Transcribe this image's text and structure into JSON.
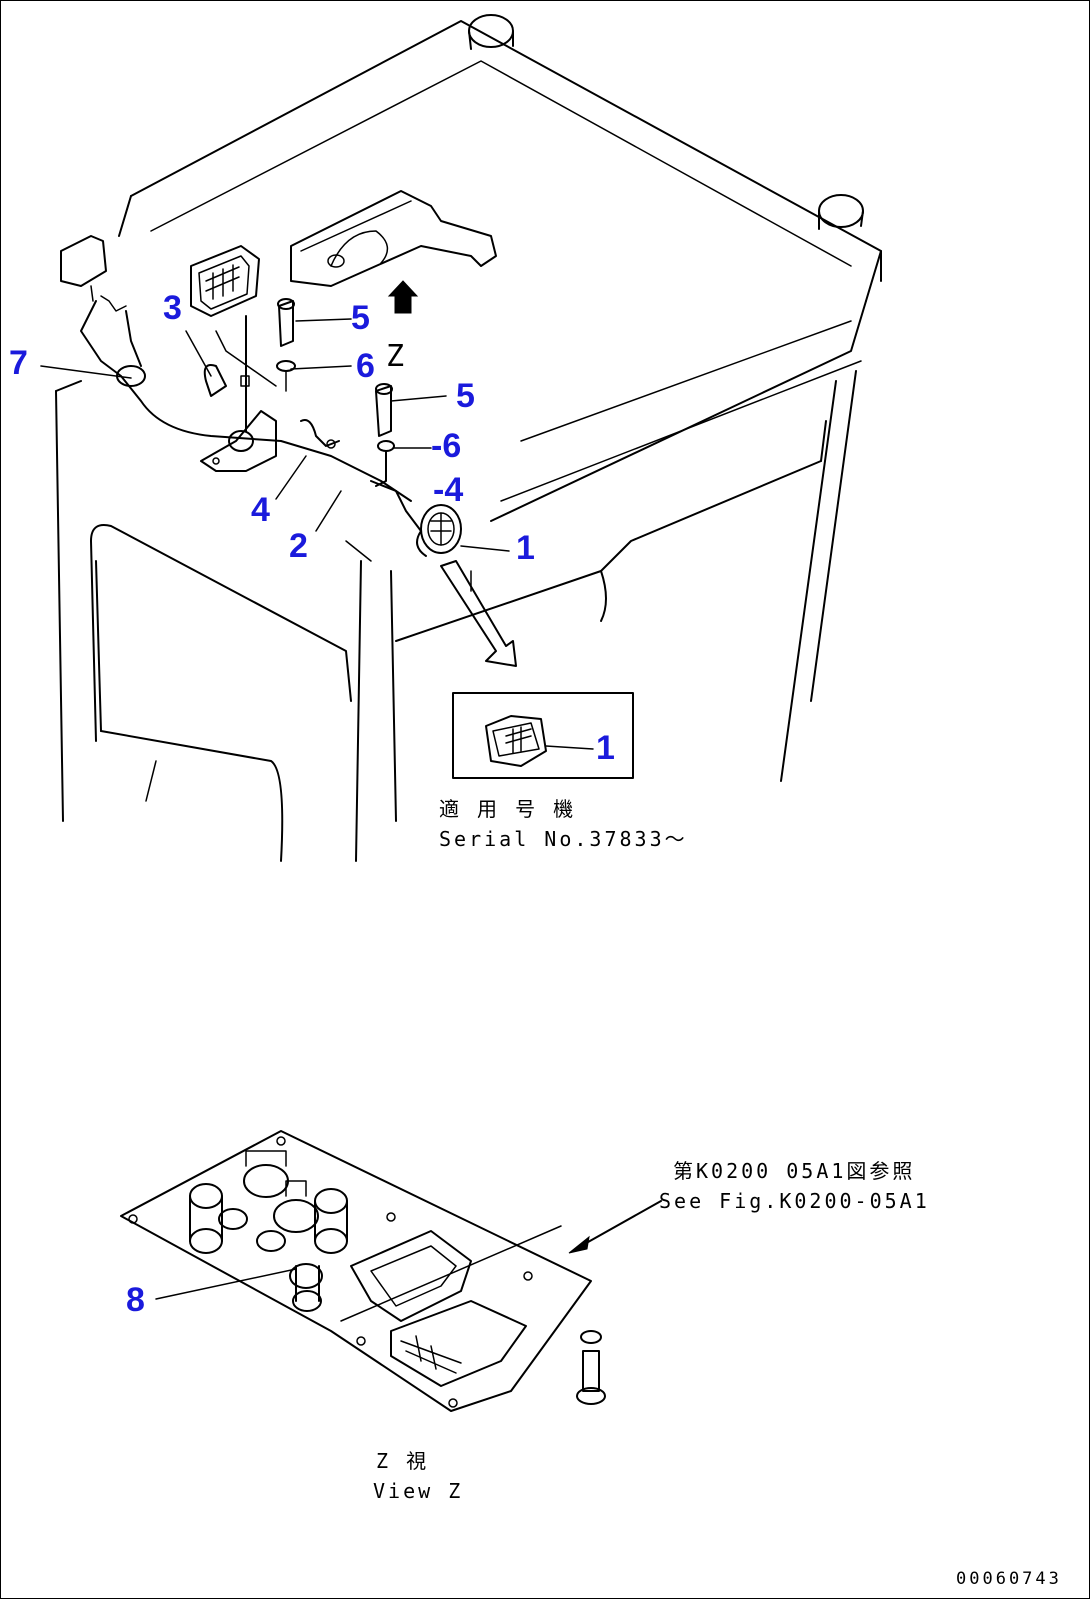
{
  "callouts": {
    "c1_upper": "1",
    "c1_inset": "1",
    "c2": "2",
    "c3": "3",
    "c4_left": "4",
    "c4_right": "-4",
    "c5_upper": "5",
    "c5_lower": "5",
    "c6_upper": "6",
    "c6_lower": "-6",
    "c7": "7",
    "c8": "8"
  },
  "notes": {
    "serial_jp": "適 用 号 機",
    "serial_en": "Serial No.37833～",
    "see_fig_jp": "第K0200 05A1図参照",
    "see_fig_en": "See Fig.K0200-05A1",
    "view_z_jp": "Z   視",
    "view_z_en": "View Z",
    "view_label": "Z"
  },
  "doc_number": "00060743",
  "colors": {
    "callout": "#1a1adc",
    "line": "#000000"
  }
}
